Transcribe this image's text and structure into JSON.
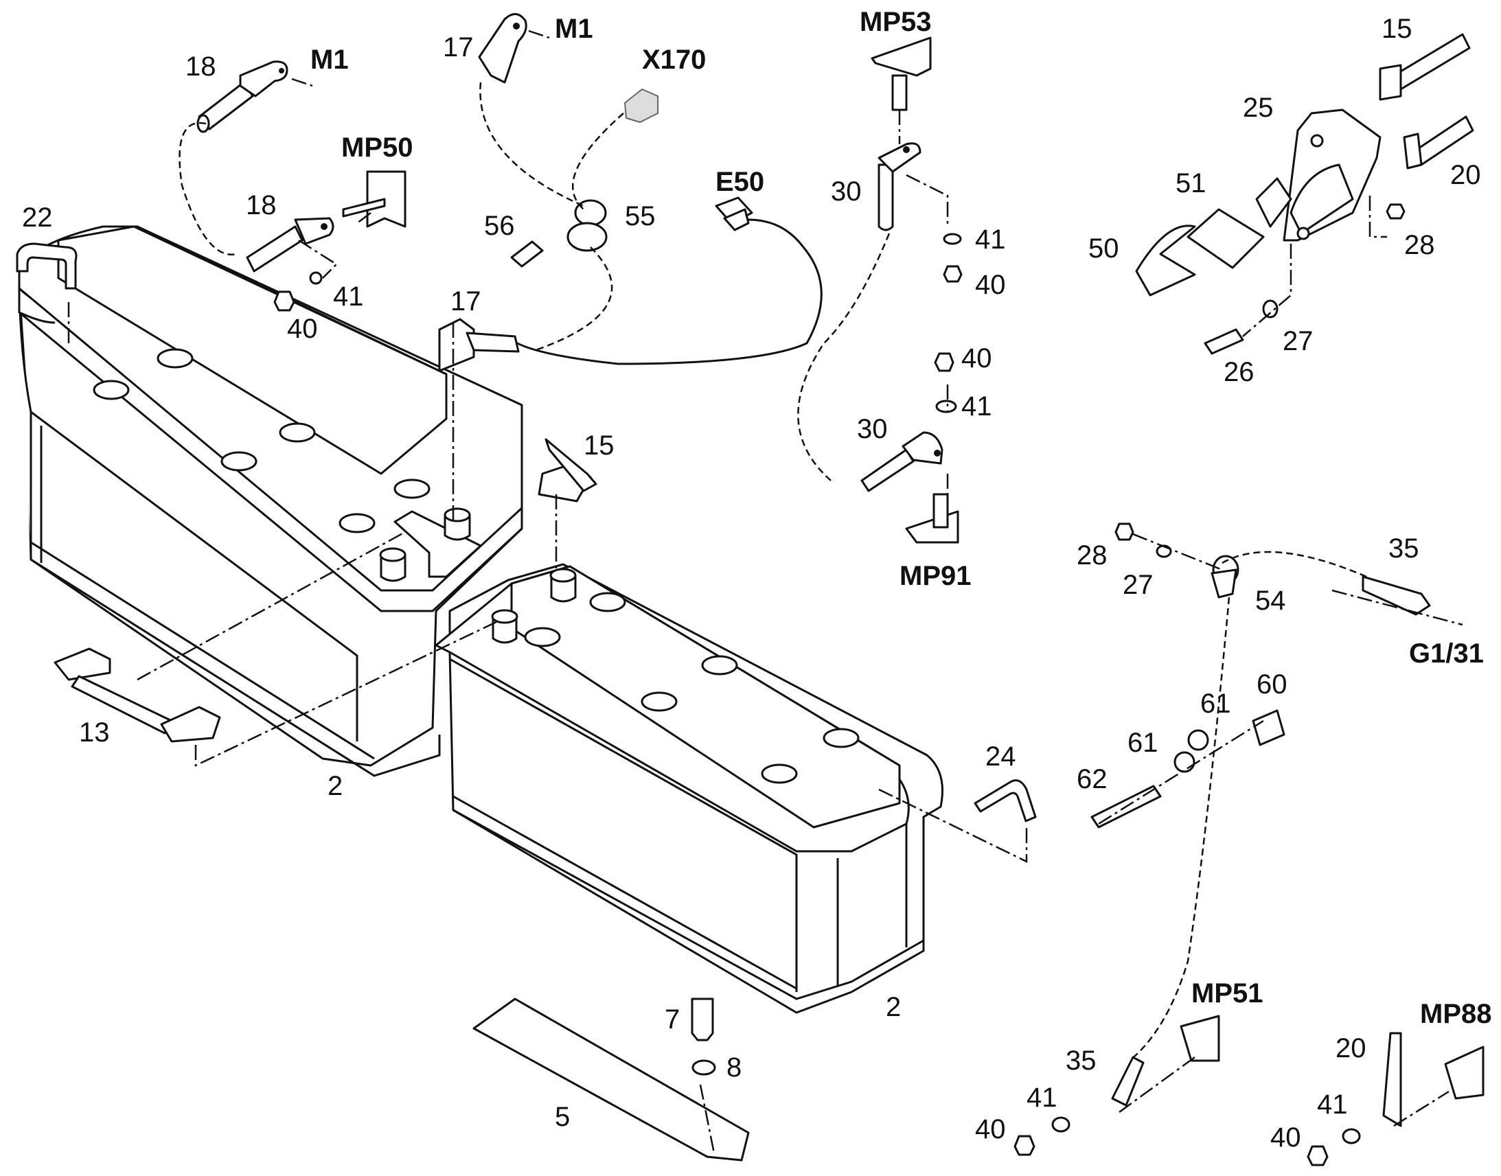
{
  "diagram": {
    "labels": [
      {
        "id": "22",
        "text": "22"
      },
      {
        "id": "18a",
        "text": "18"
      },
      {
        "id": "m1a",
        "text": "M1"
      },
      {
        "id": "17a",
        "text": "17"
      },
      {
        "id": "m1b",
        "text": "M1"
      },
      {
        "id": "x170",
        "text": "X170"
      },
      {
        "id": "mp53",
        "text": "MP53"
      },
      {
        "id": "15a",
        "text": "15"
      },
      {
        "id": "25",
        "text": "25"
      },
      {
        "id": "20a",
        "text": "20"
      },
      {
        "id": "mp50",
        "text": "MP50"
      },
      {
        "id": "18b",
        "text": "18"
      },
      {
        "id": "41a",
        "text": "41"
      },
      {
        "id": "40a",
        "text": "40"
      },
      {
        "id": "e50",
        "text": "E50"
      },
      {
        "id": "56",
        "text": "56"
      },
      {
        "id": "55",
        "text": "55"
      },
      {
        "id": "30a",
        "text": "30"
      },
      {
        "id": "41b",
        "text": "41"
      },
      {
        "id": "40b",
        "text": "40"
      },
      {
        "id": "51",
        "text": "51"
      },
      {
        "id": "50",
        "text": "50"
      },
      {
        "id": "28a",
        "text": "28"
      },
      {
        "id": "27a",
        "text": "27"
      },
      {
        "id": "26",
        "text": "26"
      },
      {
        "id": "17b",
        "text": "17"
      },
      {
        "id": "40c",
        "text": "40"
      },
      {
        "id": "41c",
        "text": "41"
      },
      {
        "id": "30b",
        "text": "30"
      },
      {
        "id": "15b",
        "text": "15"
      },
      {
        "id": "mp91",
        "text": "MP91"
      },
      {
        "id": "28b",
        "text": "28"
      },
      {
        "id": "27b",
        "text": "27"
      },
      {
        "id": "54",
        "text": "54"
      },
      {
        "id": "35a",
        "text": "35"
      },
      {
        "id": "g131",
        "text": "G1/31"
      },
      {
        "id": "13",
        "text": "13"
      },
      {
        "id": "2a",
        "text": "2"
      },
      {
        "id": "60",
        "text": "60"
      },
      {
        "id": "61a",
        "text": "61"
      },
      {
        "id": "61b",
        "text": "61"
      },
      {
        "id": "62",
        "text": "62"
      },
      {
        "id": "24",
        "text": "24"
      },
      {
        "id": "2b",
        "text": "2"
      },
      {
        "id": "7",
        "text": "7"
      },
      {
        "id": "8",
        "text": "8"
      },
      {
        "id": "5",
        "text": "5"
      },
      {
        "id": "mp51",
        "text": "MP51"
      },
      {
        "id": "35b",
        "text": "35"
      },
      {
        "id": "41d",
        "text": "41"
      },
      {
        "id": "40d",
        "text": "40"
      },
      {
        "id": "mp88",
        "text": "MP88"
      },
      {
        "id": "20b",
        "text": "20"
      },
      {
        "id": "41e",
        "text": "41"
      },
      {
        "id": "40e",
        "text": "40"
      }
    ]
  }
}
